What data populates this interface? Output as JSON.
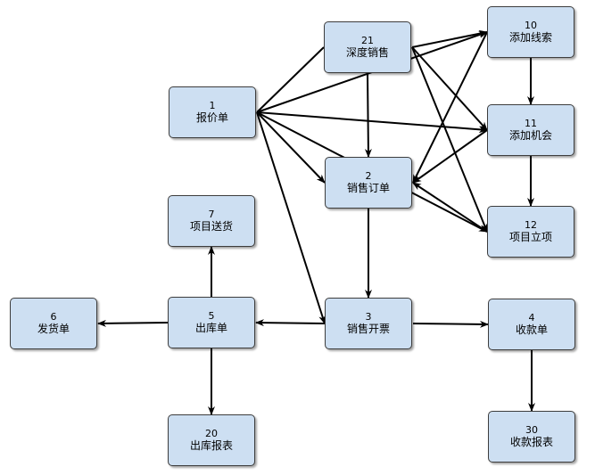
{
  "diagram": {
    "type": "flowchart",
    "colors": {
      "node_fill": "#cddff2",
      "node_border": "#3d3d3d",
      "edge": "#000000"
    },
    "nodes": [
      {
        "id": "1",
        "number": "1",
        "label": "报价单"
      },
      {
        "id": "21",
        "number": "21",
        "label": "深度销售"
      },
      {
        "id": "10",
        "number": "10",
        "label": "添加线索"
      },
      {
        "id": "11",
        "number": "11",
        "label": "添加机会"
      },
      {
        "id": "2",
        "number": "2",
        "label": "销售订单"
      },
      {
        "id": "12",
        "number": "12",
        "label": "项目立项"
      },
      {
        "id": "7",
        "number": "7",
        "label": "项目送货"
      },
      {
        "id": "6",
        "number": "6",
        "label": "发货单"
      },
      {
        "id": "5",
        "number": "5",
        "label": "出库单"
      },
      {
        "id": "3",
        "number": "3",
        "label": "销售开票"
      },
      {
        "id": "4",
        "number": "4",
        "label": "收款单"
      },
      {
        "id": "20",
        "number": "20",
        "label": "出库报表"
      },
      {
        "id": "30",
        "number": "30",
        "label": "收款报表"
      }
    ],
    "edges": [
      {
        "from": "21",
        "to": "1"
      },
      {
        "from": "21",
        "to": "2"
      },
      {
        "from": "21",
        "to": "10"
      },
      {
        "from": "21",
        "to": "11"
      },
      {
        "from": "21",
        "to": "12"
      },
      {
        "from": "1",
        "to": "10"
      },
      {
        "from": "1",
        "to": "11"
      },
      {
        "from": "1",
        "to": "2"
      },
      {
        "from": "1",
        "to": "12"
      },
      {
        "from": "1",
        "to": "3"
      },
      {
        "from": "10",
        "to": "11"
      },
      {
        "from": "10",
        "to": "2"
      },
      {
        "from": "11",
        "to": "2"
      },
      {
        "from": "11",
        "to": "12"
      },
      {
        "from": "12",
        "to": "2"
      },
      {
        "from": "2",
        "to": "3"
      },
      {
        "from": "3",
        "to": "5"
      },
      {
        "from": "3",
        "to": "4"
      },
      {
        "from": "5",
        "to": "6"
      },
      {
        "from": "5",
        "to": "7"
      },
      {
        "from": "5",
        "to": "20"
      },
      {
        "from": "4",
        "to": "30"
      }
    ]
  }
}
